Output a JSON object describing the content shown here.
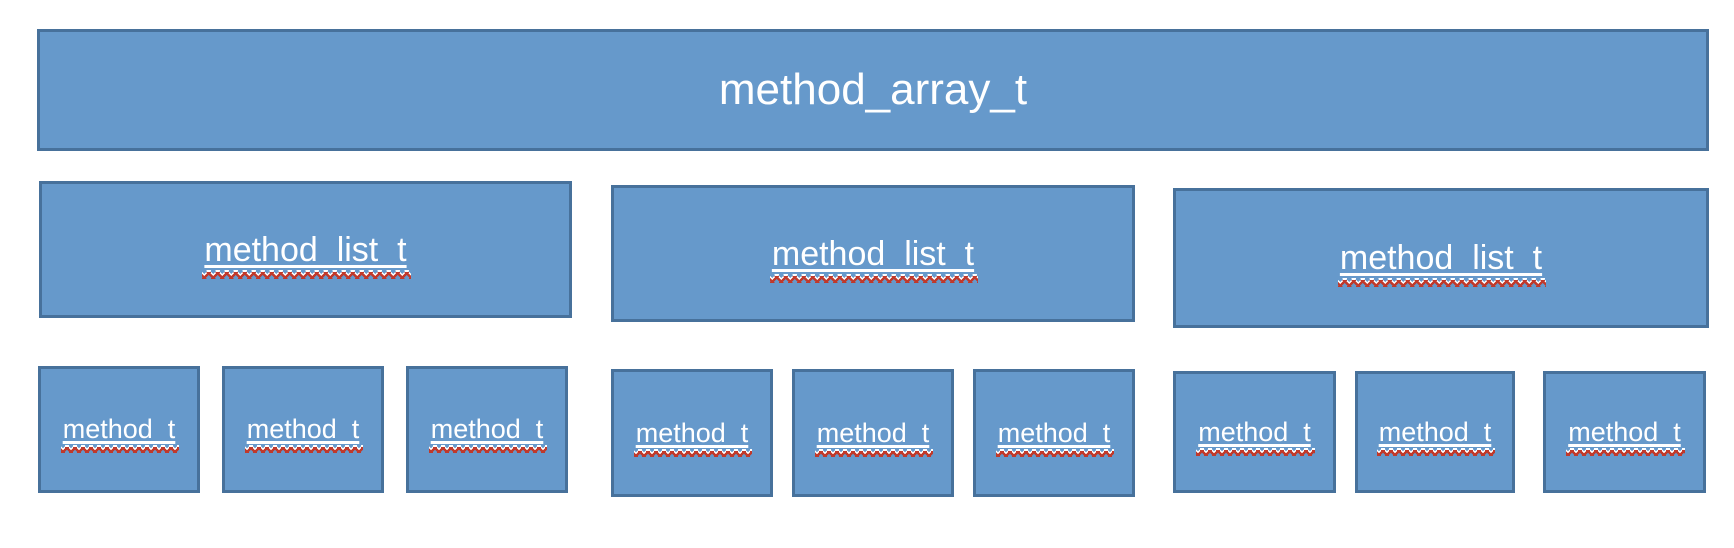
{
  "diagram": {
    "root": {
      "label": "method_array_t"
    },
    "lists": [
      {
        "label": "method_list_t"
      },
      {
        "label": "method_list_t"
      },
      {
        "label": "method_list_t"
      }
    ],
    "methods": [
      {
        "label": "method_t"
      },
      {
        "label": "method_t"
      },
      {
        "label": "method_t"
      },
      {
        "label": "method_t"
      },
      {
        "label": "method_t"
      },
      {
        "label": "method_t"
      },
      {
        "label": "method_t"
      },
      {
        "label": "method_t"
      },
      {
        "label": "method_t"
      }
    ],
    "colors": {
      "box_fill": "#6699cb",
      "box_border": "#47719b",
      "label_text": "#ffffff",
      "underline": "#ffffff",
      "squiggle_red": "#c0392b",
      "background": "#ffffff"
    }
  }
}
